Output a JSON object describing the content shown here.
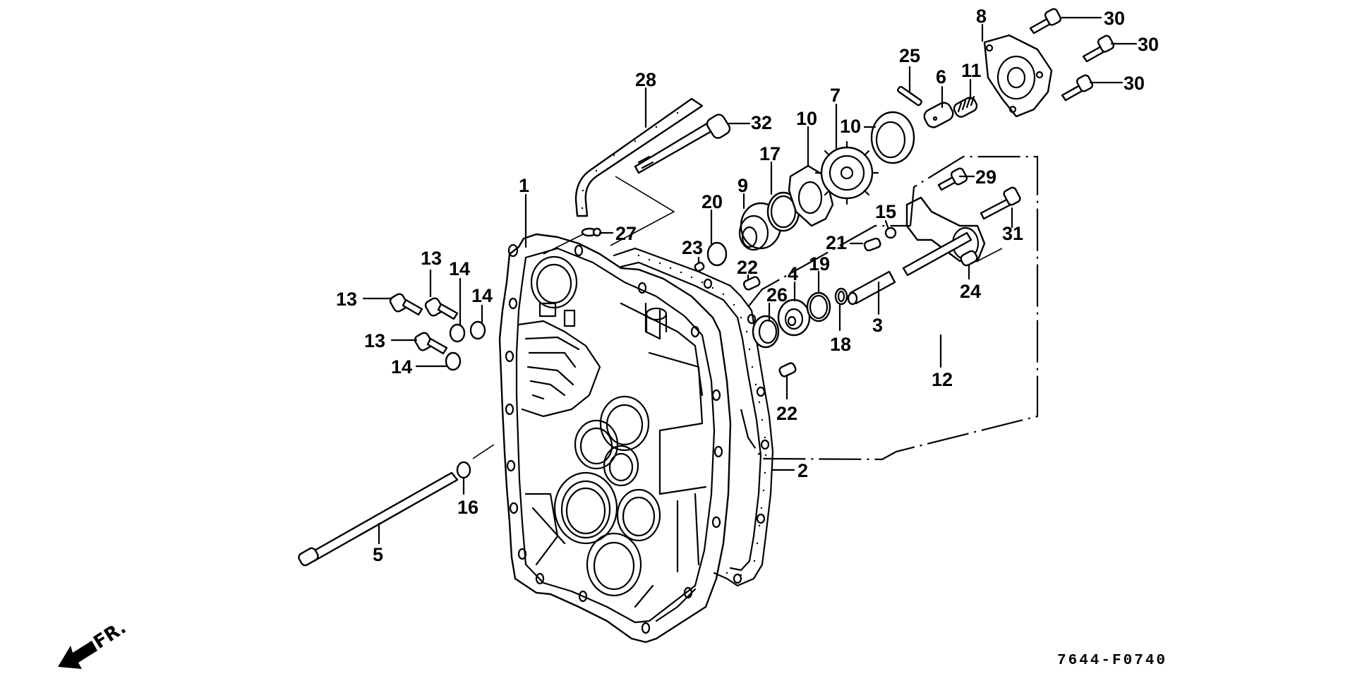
{
  "diagram": {
    "title_code": "7644-F0740",
    "direction_indicator": "FR.",
    "callouts": [
      {
        "id": "c1",
        "label": "1"
      },
      {
        "id": "c2",
        "label": "2"
      },
      {
        "id": "c3",
        "label": "3"
      },
      {
        "id": "c4",
        "label": "4"
      },
      {
        "id": "c5",
        "label": "5"
      },
      {
        "id": "c6",
        "label": "6"
      },
      {
        "id": "c7",
        "label": "7"
      },
      {
        "id": "c8",
        "label": "8"
      },
      {
        "id": "c9",
        "label": "9"
      },
      {
        "id": "c10a",
        "label": "10"
      },
      {
        "id": "c10b",
        "label": "10"
      },
      {
        "id": "c11",
        "label": "11"
      },
      {
        "id": "c12",
        "label": "12"
      },
      {
        "id": "c13a",
        "label": "13"
      },
      {
        "id": "c13b",
        "label": "13"
      },
      {
        "id": "c13c",
        "label": "13"
      },
      {
        "id": "c14a",
        "label": "14"
      },
      {
        "id": "c14b",
        "label": "14"
      },
      {
        "id": "c14c",
        "label": "14"
      },
      {
        "id": "c15",
        "label": "15"
      },
      {
        "id": "c16",
        "label": "16"
      },
      {
        "id": "c17",
        "label": "17"
      },
      {
        "id": "c18",
        "label": "18"
      },
      {
        "id": "c19",
        "label": "19"
      },
      {
        "id": "c20",
        "label": "20"
      },
      {
        "id": "c21",
        "label": "21"
      },
      {
        "id": "c22a",
        "label": "22"
      },
      {
        "id": "c22b",
        "label": "22"
      },
      {
        "id": "c23",
        "label": "23"
      },
      {
        "id": "c24",
        "label": "24"
      },
      {
        "id": "c25",
        "label": "25"
      },
      {
        "id": "c26",
        "label": "26"
      },
      {
        "id": "c27",
        "label": "27"
      },
      {
        "id": "c28",
        "label": "28"
      },
      {
        "id": "c29",
        "label": "29"
      },
      {
        "id": "c30a",
        "label": "30"
      },
      {
        "id": "c30b",
        "label": "30"
      },
      {
        "id": "c30c",
        "label": "30"
      },
      {
        "id": "c31",
        "label": "31"
      },
      {
        "id": "c32",
        "label": "32"
      }
    ]
  },
  "colors": {
    "ink": "#000000",
    "paper": "#ffffff"
  }
}
